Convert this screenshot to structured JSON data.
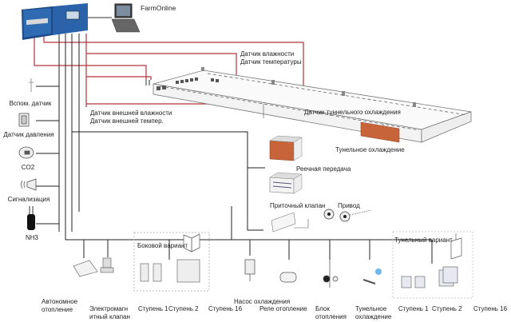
{
  "title": "Схема системы управления климатом птичника",
  "colors": {
    "controller": "#2f6bb3",
    "controller_dark": "#1d4a86",
    "signal_line": "#b5343a",
    "power_line": "#222222",
    "cooling_pad": "#c8643a"
  },
  "controller": {
    "label": "",
    "icon": "controller-unit-icon"
  },
  "remote": {
    "label": "FarmOnline",
    "icon": "laptop-icon"
  },
  "house": {
    "sensors": {
      "indoor": [
        "Датчик влажности",
        "Датчик температуры"
      ],
      "outdoor": [
        "Датчик внешней влажности",
        "Датчик внешней темпер."
      ],
      "tunnel": "Датчик туннельного охлаждения"
    },
    "tunnel_cooling": "Тунельное охлаждение"
  },
  "left_devices": [
    {
      "label": "Вспом. датчик",
      "icon": "aux-sensor-icon"
    },
    {
      "label": "Датчик давления",
      "icon": "pressure-sensor-icon"
    },
    {
      "label": "CO2",
      "icon": "co2-sensor-icon"
    },
    {
      "label": "Сигнализация",
      "icon": "alarm-siren-icon"
    },
    {
      "label": "NH3",
      "icon": "nh3-sensor-icon"
    }
  ],
  "ventilation": {
    "rack_drive": "Реечная передача",
    "inlet_valve": "Приточный клапан",
    "actuator": "Привод"
  },
  "bottom_devices": {
    "autonomous_heating": [
      "Автономное",
      "отопление"
    ],
    "solenoid_valve": [
      "Электромагн",
      "итный клапан"
    ],
    "side_variant": {
      "title": "Боковой вариант",
      "steps": [
        "Ступень 1",
        "Ступень 2"
      ],
      "last_step": "Ступень 16"
    },
    "cooling_pump": "Насос охлаждения",
    "heating_relay": "Реле отопление",
    "heating_block": [
      "Блок",
      "отопления"
    ],
    "tunnel_cooling": [
      "Тунельное",
      "охлаждение"
    ],
    "tunnel_variant": {
      "title": "Тунельный вариант",
      "steps": [
        "Ступень 1",
        "Ступень 2"
      ],
      "last_step": "Ступень 16"
    }
  }
}
